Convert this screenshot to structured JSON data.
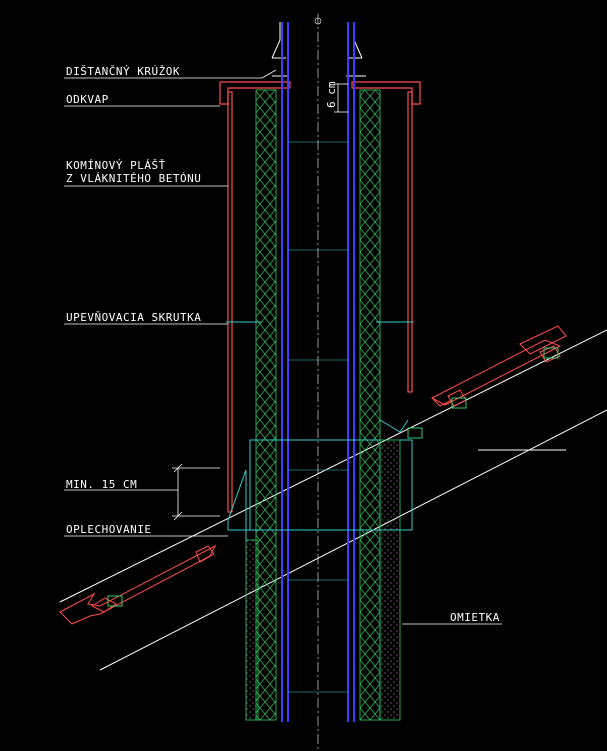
{
  "labels": {
    "distancny_kruzok": "DIŠTANČNÝ KRÚŽOK",
    "odkvap": "ODKVAP",
    "kominovy_plast_1": "KOMÍNOVÝ PLÁŠŤ",
    "kominovy_plast_2": "Z VLÁKNITÉHO BETÓNU",
    "upevnovacia_skrutka": "UPEVŇOVACIA SKRUTKA",
    "min_15_cm": "MIN. 15 CM",
    "oplechovanie": "OPLECHOVANIE",
    "omietka": "OMIETKA",
    "dimension_6cm": "6 cm"
  },
  "colors": {
    "background": "#000000",
    "shell": "#ff4d4d",
    "flue": "#3d3dff",
    "insulation": "#33cc66",
    "hatch_magenta": "#cc33cc",
    "flashing": "#33cccc",
    "leader": "#ffffff",
    "tile": "#ff4d4d",
    "batten": "#33cc66"
  }
}
